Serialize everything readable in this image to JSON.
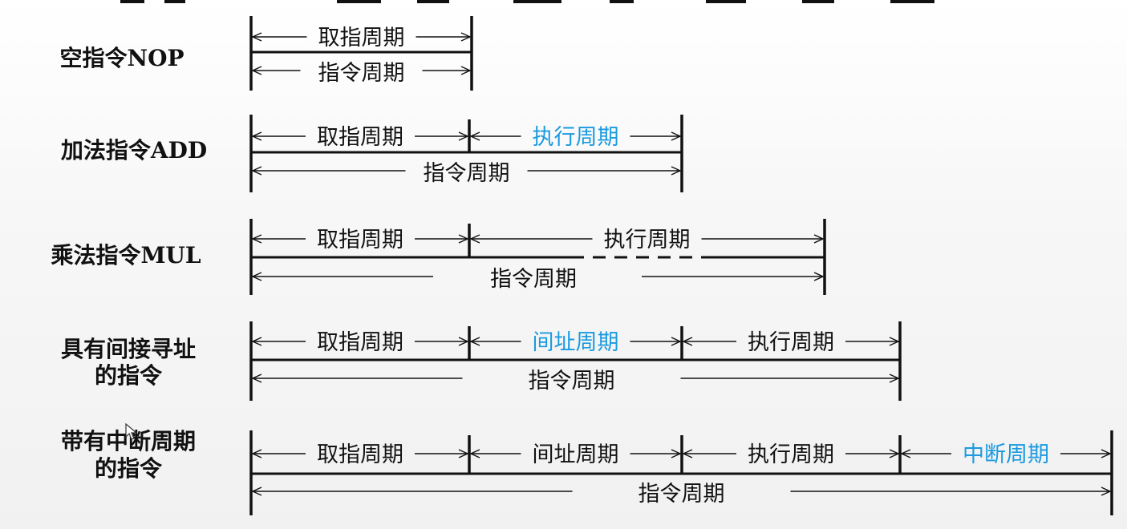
{
  "colors": {
    "text": "#111111",
    "highlight": "#1a9ae0",
    "background": "#f5f5f5"
  },
  "rows": [
    {
      "label_lines": [
        "空指令NOP"
      ],
      "segments": [
        {
          "label": "取指周期",
          "highlight": false
        }
      ],
      "total_label": "指令周期",
      "dashed": false
    },
    {
      "label_lines": [
        "加法指令ADD"
      ],
      "segments": [
        {
          "label": "取指周期",
          "highlight": false
        },
        {
          "label": "执行周期",
          "highlight": true
        }
      ],
      "total_label": "指令周期",
      "dashed": false
    },
    {
      "label_lines": [
        "乘法指令MUL"
      ],
      "segments": [
        {
          "label": "取指周期",
          "highlight": false
        },
        {
          "label": "执行周期",
          "highlight": false
        }
      ],
      "total_label": "指令周期",
      "dashed": true
    },
    {
      "label_lines": [
        "具有间接寻址",
        "的指令"
      ],
      "segments": [
        {
          "label": "取指周期",
          "highlight": false
        },
        {
          "label": "间址周期",
          "highlight": true
        },
        {
          "label": "执行周期",
          "highlight": false
        }
      ],
      "total_label": "指令周期",
      "dashed": false
    },
    {
      "label_lines": [
        "带有中断周期",
        "的指令"
      ],
      "segments": [
        {
          "label": "取指周期",
          "highlight": false
        },
        {
          "label": "间址周期",
          "highlight": false
        },
        {
          "label": "执行周期",
          "highlight": false
        },
        {
          "label": "中断周期",
          "highlight": true
        }
      ],
      "total_label": "指令周期",
      "dashed": false
    }
  ]
}
